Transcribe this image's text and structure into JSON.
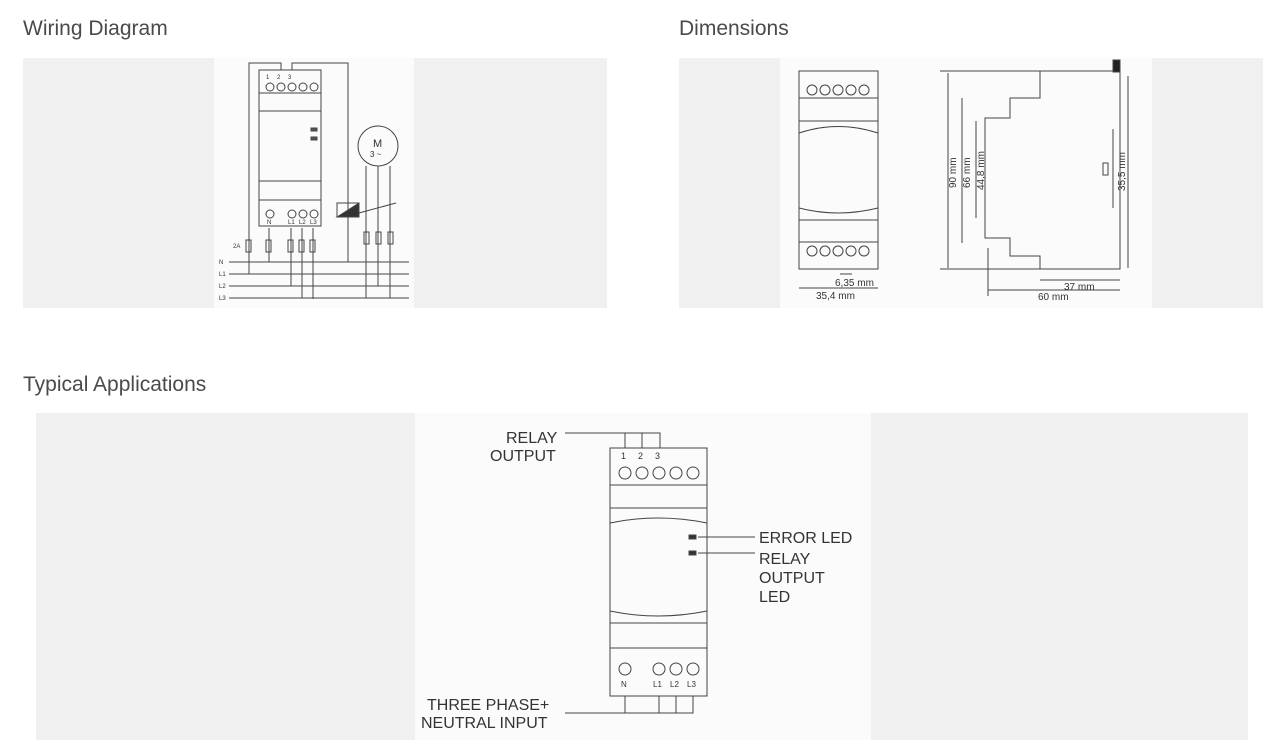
{
  "sections": {
    "wiring": {
      "title": "Wiring Diagram",
      "terminals_top": [
        "1",
        "2",
        "3"
      ],
      "terminals_bottom": [
        "N",
        "L1",
        "L2",
        "L3"
      ],
      "fuse": "2A",
      "lines": [
        "N",
        "L1",
        "L2",
        "L3"
      ],
      "motor": "M",
      "motor_sub": "3 ~"
    },
    "dimensions": {
      "title": "Dimensions",
      "labels": {
        "pitch": "6,35 mm",
        "width": "35,4 mm",
        "height": "90 mm",
        "h66": "66 mm",
        "h44": "44,8 mm",
        "h35": "35,5 mm",
        "d37": "37 mm",
        "d60": "60 mm"
      }
    },
    "applications": {
      "title": "Typical Applications",
      "terminals_top": [
        "1",
        "2",
        "3"
      ],
      "terminals_bottom": [
        "N",
        "L1",
        "L2",
        "L3"
      ],
      "relay_output_1": "RELAY",
      "relay_output_2": "OUTPUT",
      "error_led": "ERROR LED",
      "relay_led_1": "RELAY",
      "relay_led_2": "OUTPUT",
      "relay_led_3": "LED",
      "input_1": "THREE PHASE+",
      "input_2": "NEUTRAL INPUT"
    }
  }
}
